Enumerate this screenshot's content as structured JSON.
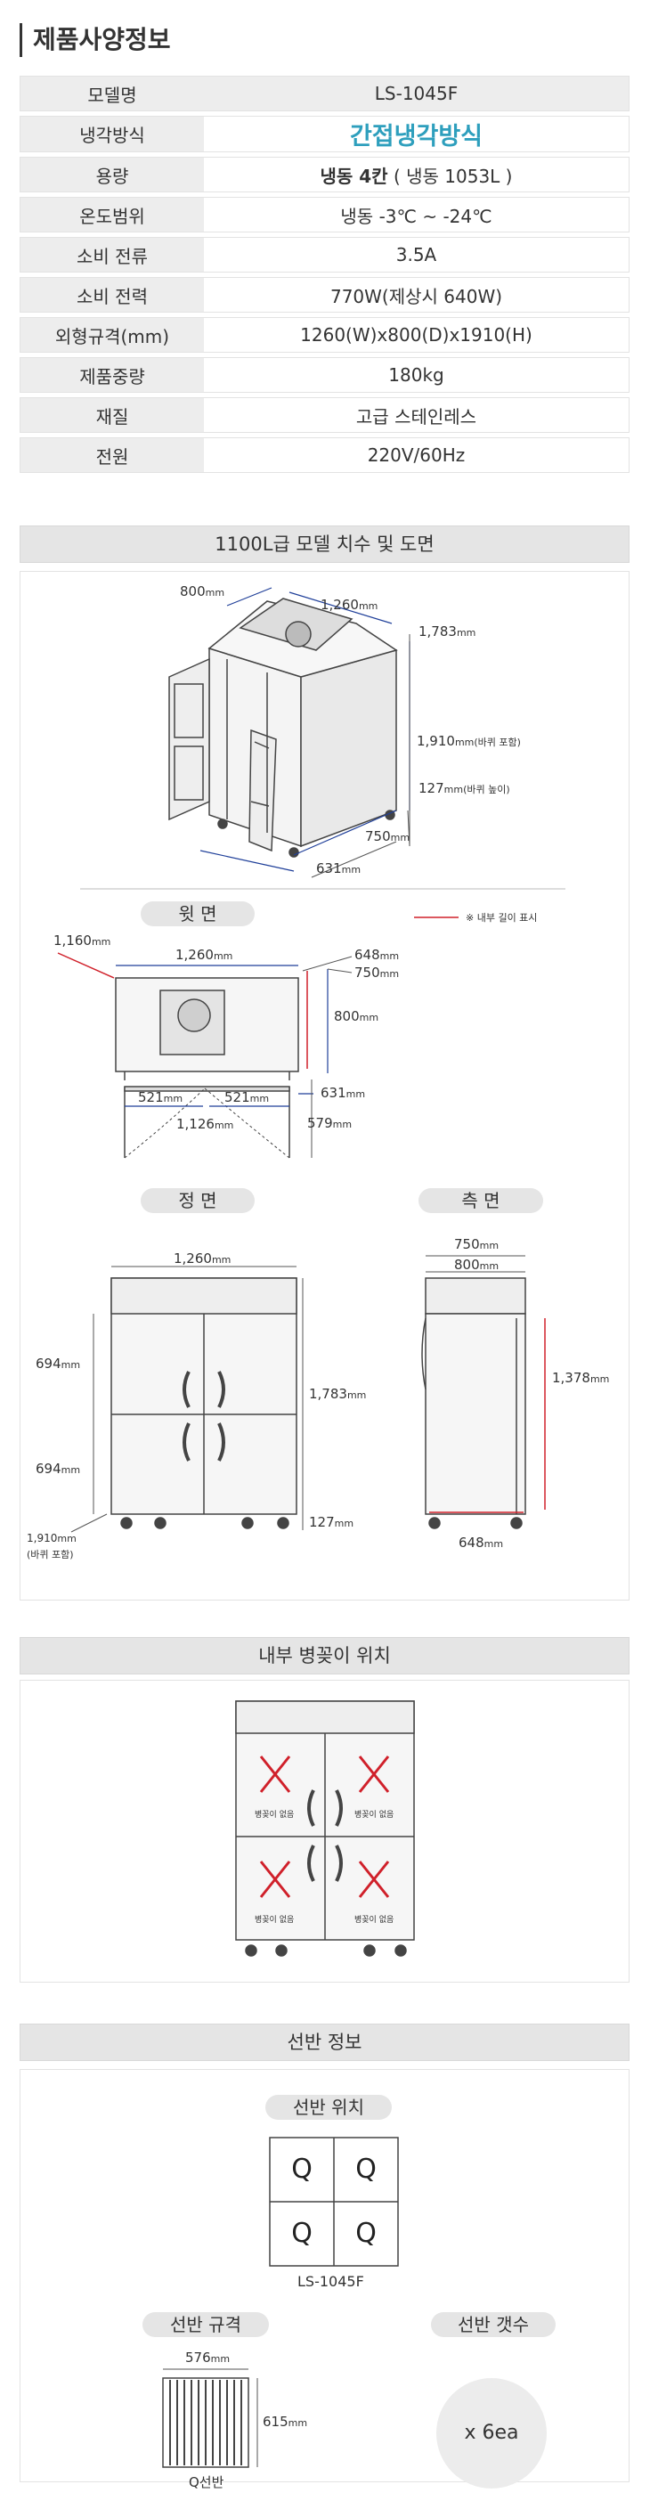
{
  "title": "제품사양정보",
  "specs": [
    {
      "label": "모델명",
      "value": "LS-1045F"
    },
    {
      "label": "냉각방식",
      "value": "간접냉각방식"
    },
    {
      "label": "용량",
      "value_bold": "냉동 4칸",
      "value": " ( 냉동 1053L )"
    },
    {
      "label": "온도범위",
      "value": "냉동 -3℃ ~ -24℃"
    },
    {
      "label": "소비 전류",
      "value": "3.5A"
    },
    {
      "label": "소비 전력",
      "value": "770W(제상시 640W)"
    },
    {
      "label": "외형규격(mm)",
      "value": "1260(W)x800(D)x1910(H)"
    },
    {
      "label": "제품중량",
      "value": "180kg"
    },
    {
      "label": "재질",
      "value": "고급 스테인레스"
    },
    {
      "label": "전원",
      "value": "220V/60Hz"
    }
  ],
  "dimensions_section": {
    "title": "1100L급 모델 치수 및 도면",
    "iso": {
      "depth": "800",
      "width": "1,260",
      "height_body": "1,783",
      "height_total": "1,910",
      "height_total_note": "(바퀴 포함)",
      "wheel_height": "127",
      "wheel_note": "(바퀴 높이)",
      "inner_depth": "750",
      "body_depth": "631",
      "unit": "mm"
    },
    "top_view": {
      "title": "윗 면",
      "legend": "※ 내부 길이 표시",
      "left_open": "1,160",
      "width": "1,260",
      "d648": "648",
      "d750": "750",
      "d800": "800",
      "door_left": "521",
      "door_right": "521",
      "door_span": "1,126",
      "d631": "631",
      "d579": "579",
      "unit": "mm"
    },
    "front_view": {
      "title": "정 면",
      "width": "1,260",
      "door_upper": "694",
      "door_lower": "694",
      "height": "1,783",
      "total": "1,910",
      "total_note": "(바퀴 포함)",
      "wheel": "127",
      "unit": "mm"
    },
    "side_view": {
      "title": "측 면",
      "inner": "750",
      "outer": "800",
      "height": "1,378",
      "bottom": "648",
      "unit": "mm"
    }
  },
  "bottle_section": {
    "title": "내부 병꽂이 위치",
    "cell_label": "병꽂이 없음"
  },
  "shelf_section": {
    "title": "선반 정보",
    "position_title": "선반 위치",
    "grid": [
      "Q",
      "Q",
      "Q",
      "Q"
    ],
    "model": "LS-1045F",
    "spec_title": "선반 규격",
    "count_title": "선반 갯수",
    "shelf_width": "576",
    "shelf_depth": "615",
    "unit": "mm",
    "shelf_name": "Q선반",
    "count": "x 6ea"
  },
  "colors": {
    "accent": "#2e9fbd",
    "dim_red": "#d0202a",
    "dim_blue": "#1f3f99",
    "bar": "#e5e5e5"
  }
}
